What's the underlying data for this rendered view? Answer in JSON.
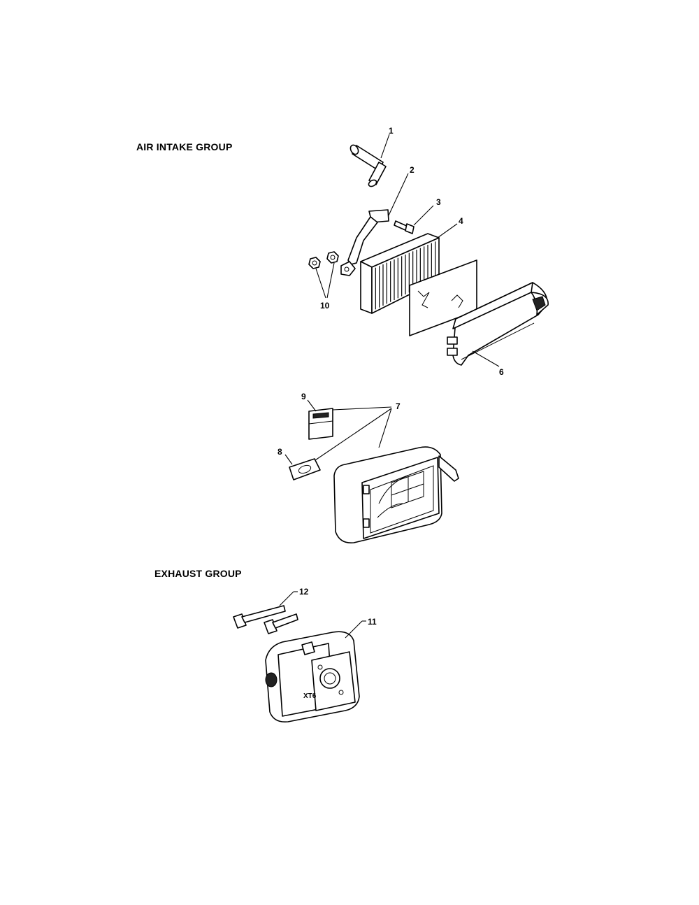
{
  "groups": {
    "air_intake": {
      "title": "AIR INTAKE GROUP"
    },
    "exhaust": {
      "title": "EXHAUST GROUP"
    }
  },
  "callouts": {
    "c1": "1",
    "c2": "2",
    "c3": "3",
    "c4": "4",
    "c6": "6",
    "c7": "7",
    "c8": "8",
    "c9": "9",
    "c10": "10",
    "c11": "11",
    "c12": "12"
  },
  "muffler_marking": "XT6"
}
